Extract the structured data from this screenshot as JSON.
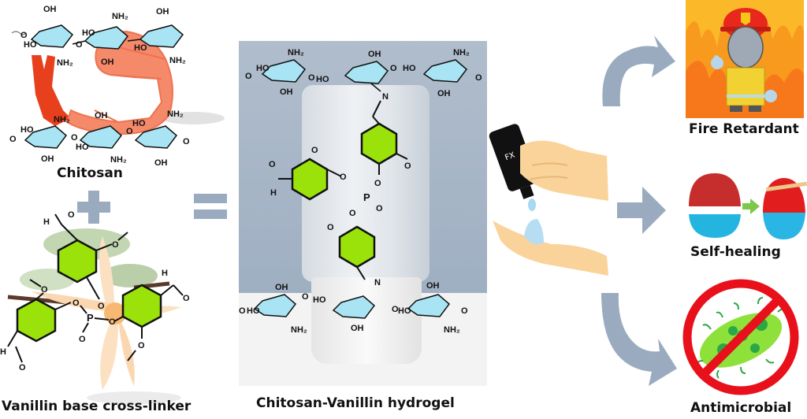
{
  "figure": {
    "title": "Chitosan-Vanillin hydrogel graphical abstract",
    "operators": {
      "plus": "+",
      "equals": "="
    }
  },
  "inputs": {
    "chitosan": {
      "label": "Chitosan",
      "groups": [
        "OH",
        "NH2",
        "HO",
        "O"
      ]
    },
    "crosslinker": {
      "label": "Vanillin base cross-linker",
      "groups": [
        "H",
        "O",
        "P"
      ]
    }
  },
  "product": {
    "label": "Chitosan-Vanillin hydrogel",
    "groups": [
      "OH",
      "NH2",
      "HO",
      "O",
      "N",
      "P"
    ]
  },
  "applications": [
    {
      "label": "Fire Retardant",
      "icon": "firefighter-icon"
    },
    {
      "label": "Self-healing",
      "icon": "self-healing-gel-icon"
    },
    {
      "label": "Antimicrobial",
      "icon": "no-bacteria-icon"
    }
  ],
  "colors": {
    "arrow": "#9aabbf",
    "ring_blue": "#a8e4f3",
    "ring_green": "#9be20a",
    "shrimp": "#f58a6a",
    "prohibit_red": "#e8101a",
    "bacteria_green": "#8ee03a",
    "photo_bg": "#a9b6c6"
  }
}
